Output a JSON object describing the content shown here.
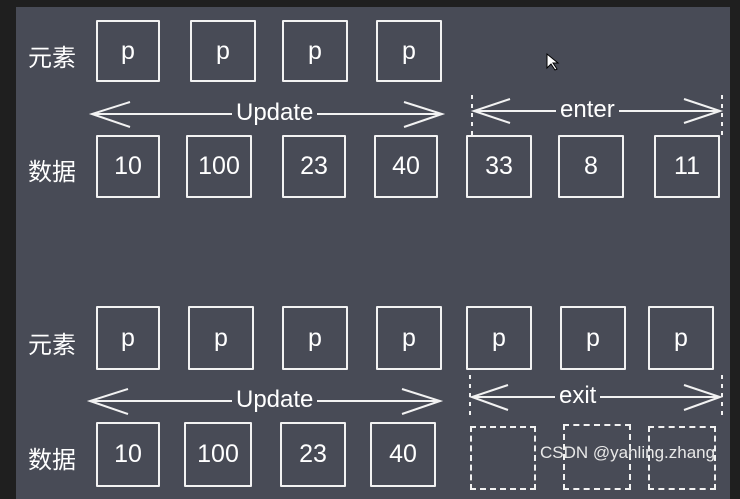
{
  "top": {
    "elements_label": "元素",
    "data_label": "数据",
    "elements": [
      "p",
      "p",
      "p",
      "p"
    ],
    "data": [
      "10",
      "100",
      "23",
      "40",
      "33",
      "8",
      "11"
    ],
    "update_label": "Update",
    "enter_label": "enter"
  },
  "bottom": {
    "elements_label": "元素",
    "data_label": "数据",
    "elements": [
      "p",
      "p",
      "p",
      "p",
      "p",
      "p",
      "p"
    ],
    "data": [
      "10",
      "100",
      "23",
      "40"
    ],
    "update_label": "Update",
    "exit_label": "exit"
  },
  "watermark": "CSDN @yahling.zhang"
}
